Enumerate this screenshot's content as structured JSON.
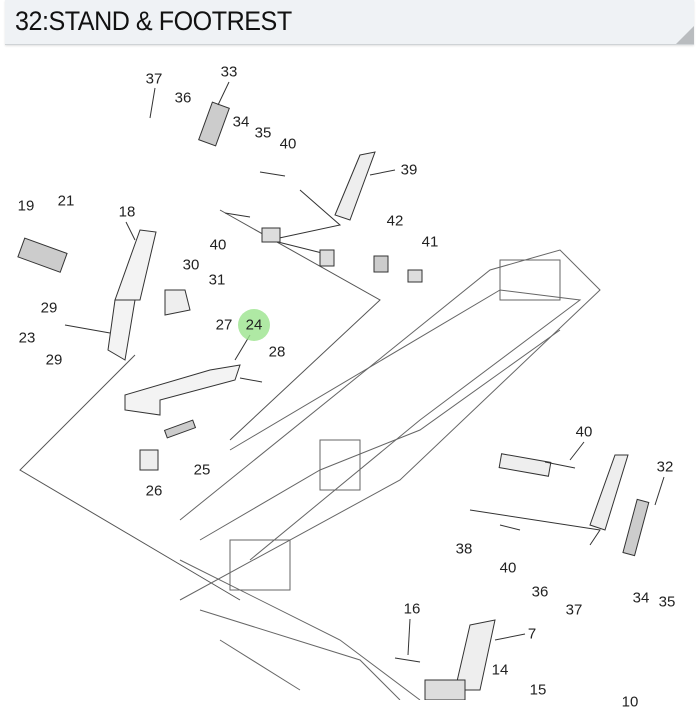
{
  "header": {
    "title": "32:STAND & FOOTREST"
  },
  "diagram": {
    "highlighted_part": "24",
    "highlight_color": "#9be38d",
    "part_labels": [
      "37",
      "33",
      "36",
      "34",
      "35",
      "40",
      "39",
      "19",
      "21",
      "18",
      "40",
      "42",
      "41",
      "30",
      "31",
      "29",
      "27",
      "24",
      "28",
      "23",
      "29",
      "25",
      "26",
      "40",
      "32",
      "38",
      "40",
      "36",
      "37",
      "34",
      "35",
      "16",
      "7",
      "14",
      "15",
      "10"
    ]
  }
}
